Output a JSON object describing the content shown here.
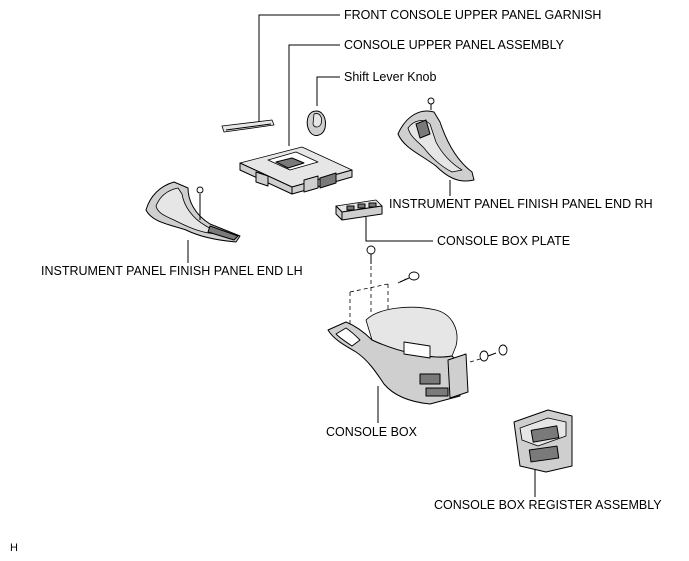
{
  "labels": {
    "front_console_upper_panel_garnish": "FRONT CONSOLE UPPER PANEL GARNISH",
    "console_upper_panel_assembly": "CONSOLE UPPER PANEL ASSEMBLY",
    "shift_lever_knob": "Shift Lever Knob",
    "instrument_panel_finish_panel_end_rh": "INSTRUMENT PANEL FINISH PANEL END RH",
    "console_box_plate": "CONSOLE BOX PLATE",
    "instrument_panel_finish_panel_end_lh": "INSTRUMENT PANEL FINISH PANEL END LH",
    "console_box": "CONSOLE BOX",
    "console_box_register_assembly": "CONSOLE BOX REGISTER ASSEMBLY"
  },
  "corner_mark": "H"
}
